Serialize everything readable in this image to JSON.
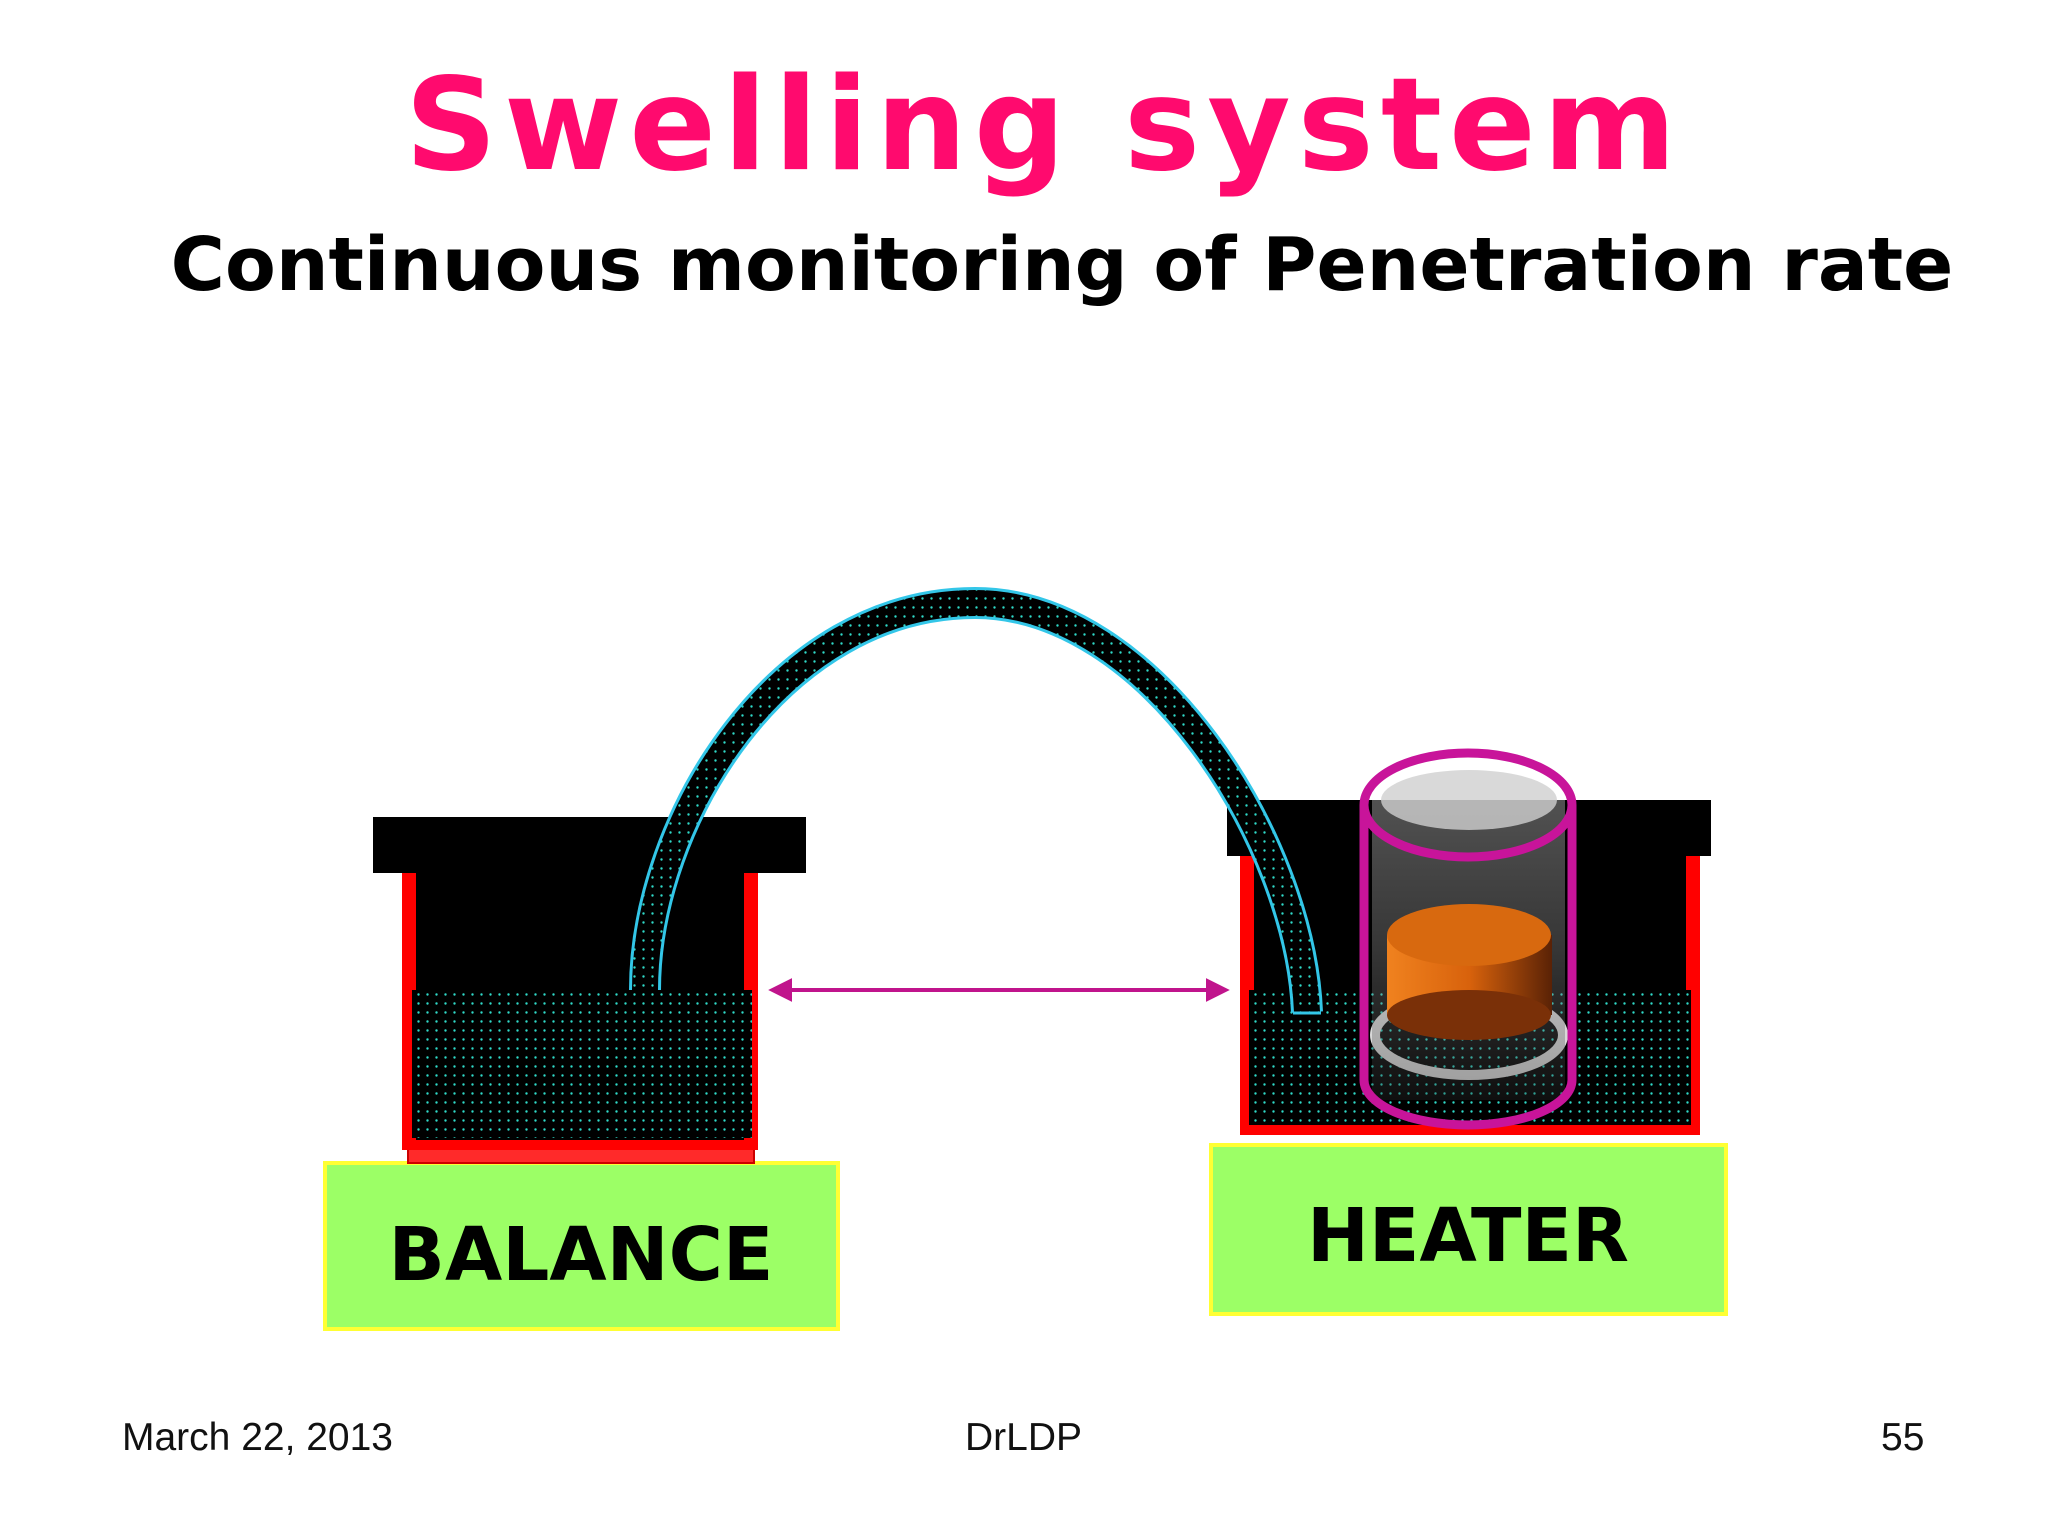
{
  "title": "Swelling system",
  "subtitle": "Continuous monitoring of Penetration rate",
  "labels": {
    "left_base": "BALANCE",
    "right_base": "HEATER"
  },
  "footer": {
    "date": "March 22, 2013",
    "author": "DrLDP",
    "page": "55"
  },
  "colors": {
    "title": "#ff0a6e",
    "base_fill": "#9cff66",
    "base_border": "#ffff33",
    "container_wall": "#ff0000",
    "tube_outline": "#33c6e8",
    "arrow": "#c0148c",
    "cell_outline": "#c8149a",
    "sample": "#d9650f",
    "dots": "#2fd9c8"
  }
}
